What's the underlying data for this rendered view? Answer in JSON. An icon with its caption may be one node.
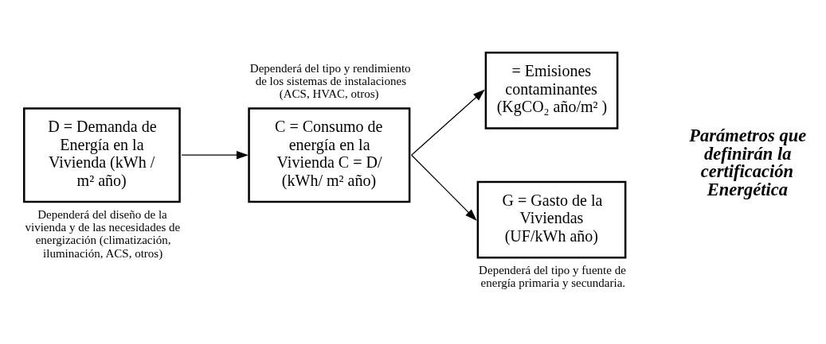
{
  "diagram": {
    "nodes": [
      {
        "text": [
          "D = Demanda de Energía en la Vivienda (kWh / m² año)"
        ],
        "beside": [
          "Dependerá del diseño de la vivienda y de las necesidades de energización (climatización, iluminación, ACS, otros)"
        ]
      },
      {
        "text": [
          "C = Consumo de energía en la Vivienda C = D/ (kWh/ m² año)"
        ],
        "beside": [
          "Dependerá del tipo y rendimiento de los sistemas de instalaciones (ACS, HVAC, otros)"
        ]
      },
      {
        "text": [
          "= Emisiones contaminantes (KgCO₂ año/m² )"
        ]
      },
      {
        "text": [
          "G = Gasto de la Viviendas (UF/kWh año)"
        ],
        "beside": [
          "Dependerá del tipo y fuente de energía primaria y secundaria."
        ]
      }
    ],
    "edges": [
      {
        "from": 0,
        "to": 1,
        "arrow": "to"
      },
      {
        "from": 1,
        "to": 2,
        "arrow": "to"
      },
      {
        "from": 1,
        "to": 3,
        "arrow": "to"
      }
    ],
    "labels": [
      "Parámetros que definirán la certificación Energética"
    ]
  }
}
